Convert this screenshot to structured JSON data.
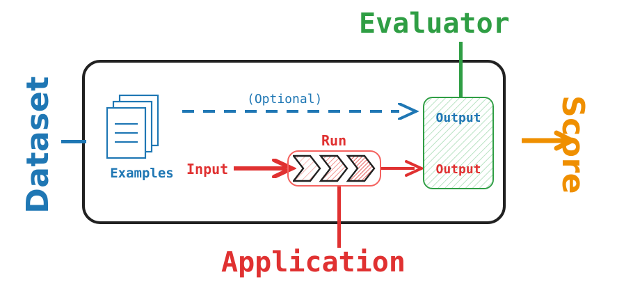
{
  "diagram": {
    "title": "Evaluation pipeline diagram",
    "colors": {
      "blue": "#1f77b4",
      "red": "#e03131",
      "red_light": "#f4625f",
      "green": "#2f9e44",
      "orange": "#ef8f00",
      "black": "#212121"
    }
  },
  "labels": {
    "dataset": "Dataset",
    "score": "Score",
    "evaluator": "Evaluator",
    "application": "Application"
  },
  "nodes": {
    "examples": {
      "caption": "Examples",
      "icon": "stacked-documents-icon"
    },
    "run": {
      "label": "Run",
      "icon": "three-chevrons-icon"
    },
    "evaluator_box": {
      "output_from_dataset": "Output",
      "output_from_application": "Output"
    }
  },
  "edges": {
    "optional": {
      "label": "(Optional)",
      "style": "dashed",
      "color": "#1f77b4"
    },
    "input": {
      "label": "Input",
      "style": "solid",
      "color": "#e03131"
    },
    "run_to_output": {
      "style": "solid",
      "color": "#e03131"
    },
    "to_score": {
      "style": "solid",
      "color": "#ef8f00"
    }
  }
}
